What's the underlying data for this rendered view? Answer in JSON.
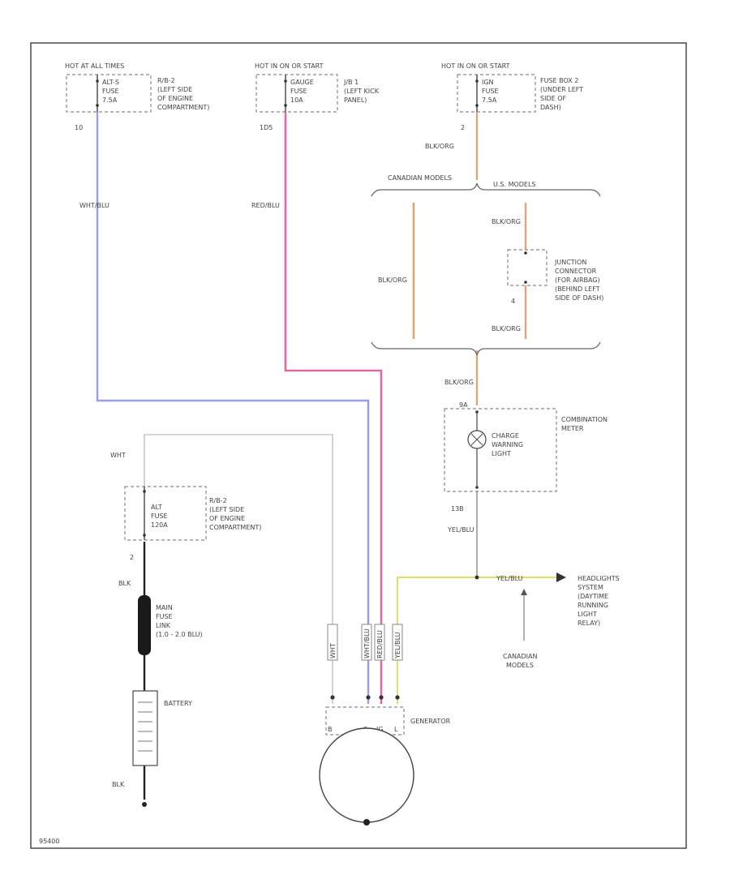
{
  "colors": {
    "wht_blu": "#9a9cf0",
    "red_blu": "#d86aa6",
    "blk_org": "#d9a878",
    "yel_blu": "#dede6a",
    "wht": "#c8c8c8",
    "blk": "#222222"
  },
  "fuses": {
    "top_left": {
      "header": "HOT AT ALL TIMES",
      "lines": [
        "ALT-S",
        "FUSE",
        "7.5A"
      ],
      "location": [
        "R/B-2",
        "(LEFT SIDE",
        "OF ENGINE",
        "COMPARTMENT)"
      ],
      "pin": "10"
    },
    "top_mid": {
      "header": "HOT IN ON OR START",
      "lines": [
        "GAUGE",
        "FUSE",
        "10A"
      ],
      "location": [
        "J/B 1",
        "(LEFT KICK",
        "PANEL)"
      ],
      "pin": "1D5"
    },
    "top_right": {
      "header": "HOT IN ON OR START",
      "lines": [
        "IGN",
        "FUSE",
        "7.5A"
      ],
      "location": [
        "FUSE BOX 2",
        "(UNDER LEFT",
        "SIDE OF",
        "DASH)"
      ],
      "pin": "2"
    },
    "alt": {
      "lines": [
        "ALT",
        "FUSE",
        "120A"
      ],
      "location": [
        "R/B-2",
        "(LEFT SIDE",
        "OF ENGINE",
        "COMPARTMENT)"
      ],
      "pin": "2"
    }
  },
  "wires": {
    "wht_blu": "WHT/BLU",
    "red_blu": "RED/BLU",
    "blk_org_top": "BLK/ORG",
    "blk_org_canada": "BLK/ORG",
    "blk_org_us_top": "BLK/ORG",
    "blk_org_us_bottom": "BLK/ORG",
    "blk_org_meter": "BLK/ORG",
    "yel_blu_vert": "YEL/BLU",
    "yel_blu_horiz": "YEL/BLU",
    "wht_battery": "WHT",
    "blk_battery": "BLK",
    "blk_ground": "BLK"
  },
  "models": {
    "canada": "CANADIAN MODELS",
    "us": "U.S. MODELS"
  },
  "junction": {
    "text": [
      "JUNCTION",
      "CONNECTOR",
      "(FOR AIRBAG)",
      "(BEHIND LEFT",
      "SIDE OF DASH)"
    ],
    "pin": "4"
  },
  "meter": {
    "name": [
      "COMBINATION",
      "METER"
    ],
    "lamp": [
      "CHARGE",
      "WARNING",
      "LIGHT"
    ],
    "pin_top": "9A",
    "pin_bottom": "13B"
  },
  "fusible_link": [
    "MAIN",
    "FUSE",
    "LINK",
    "(1.0 - 2.0 BLU)"
  ],
  "battery": "BATTERY",
  "generator": {
    "name": "GENERATOR",
    "terminals": [
      "B",
      "S",
      "IG",
      "L"
    ]
  },
  "connector_labels": [
    "WHT",
    "WHT/BLU",
    "RED/BLU",
    "YEL/BLU"
  ],
  "headlights": [
    "HEADLIGHTS",
    "SYSTEM",
    "(DAYTIME",
    "RUNNING",
    "LIGHT",
    "RELAY)"
  ],
  "canada_note": [
    "CANADIAN",
    "MODELS"
  ],
  "footer_id": "95400"
}
